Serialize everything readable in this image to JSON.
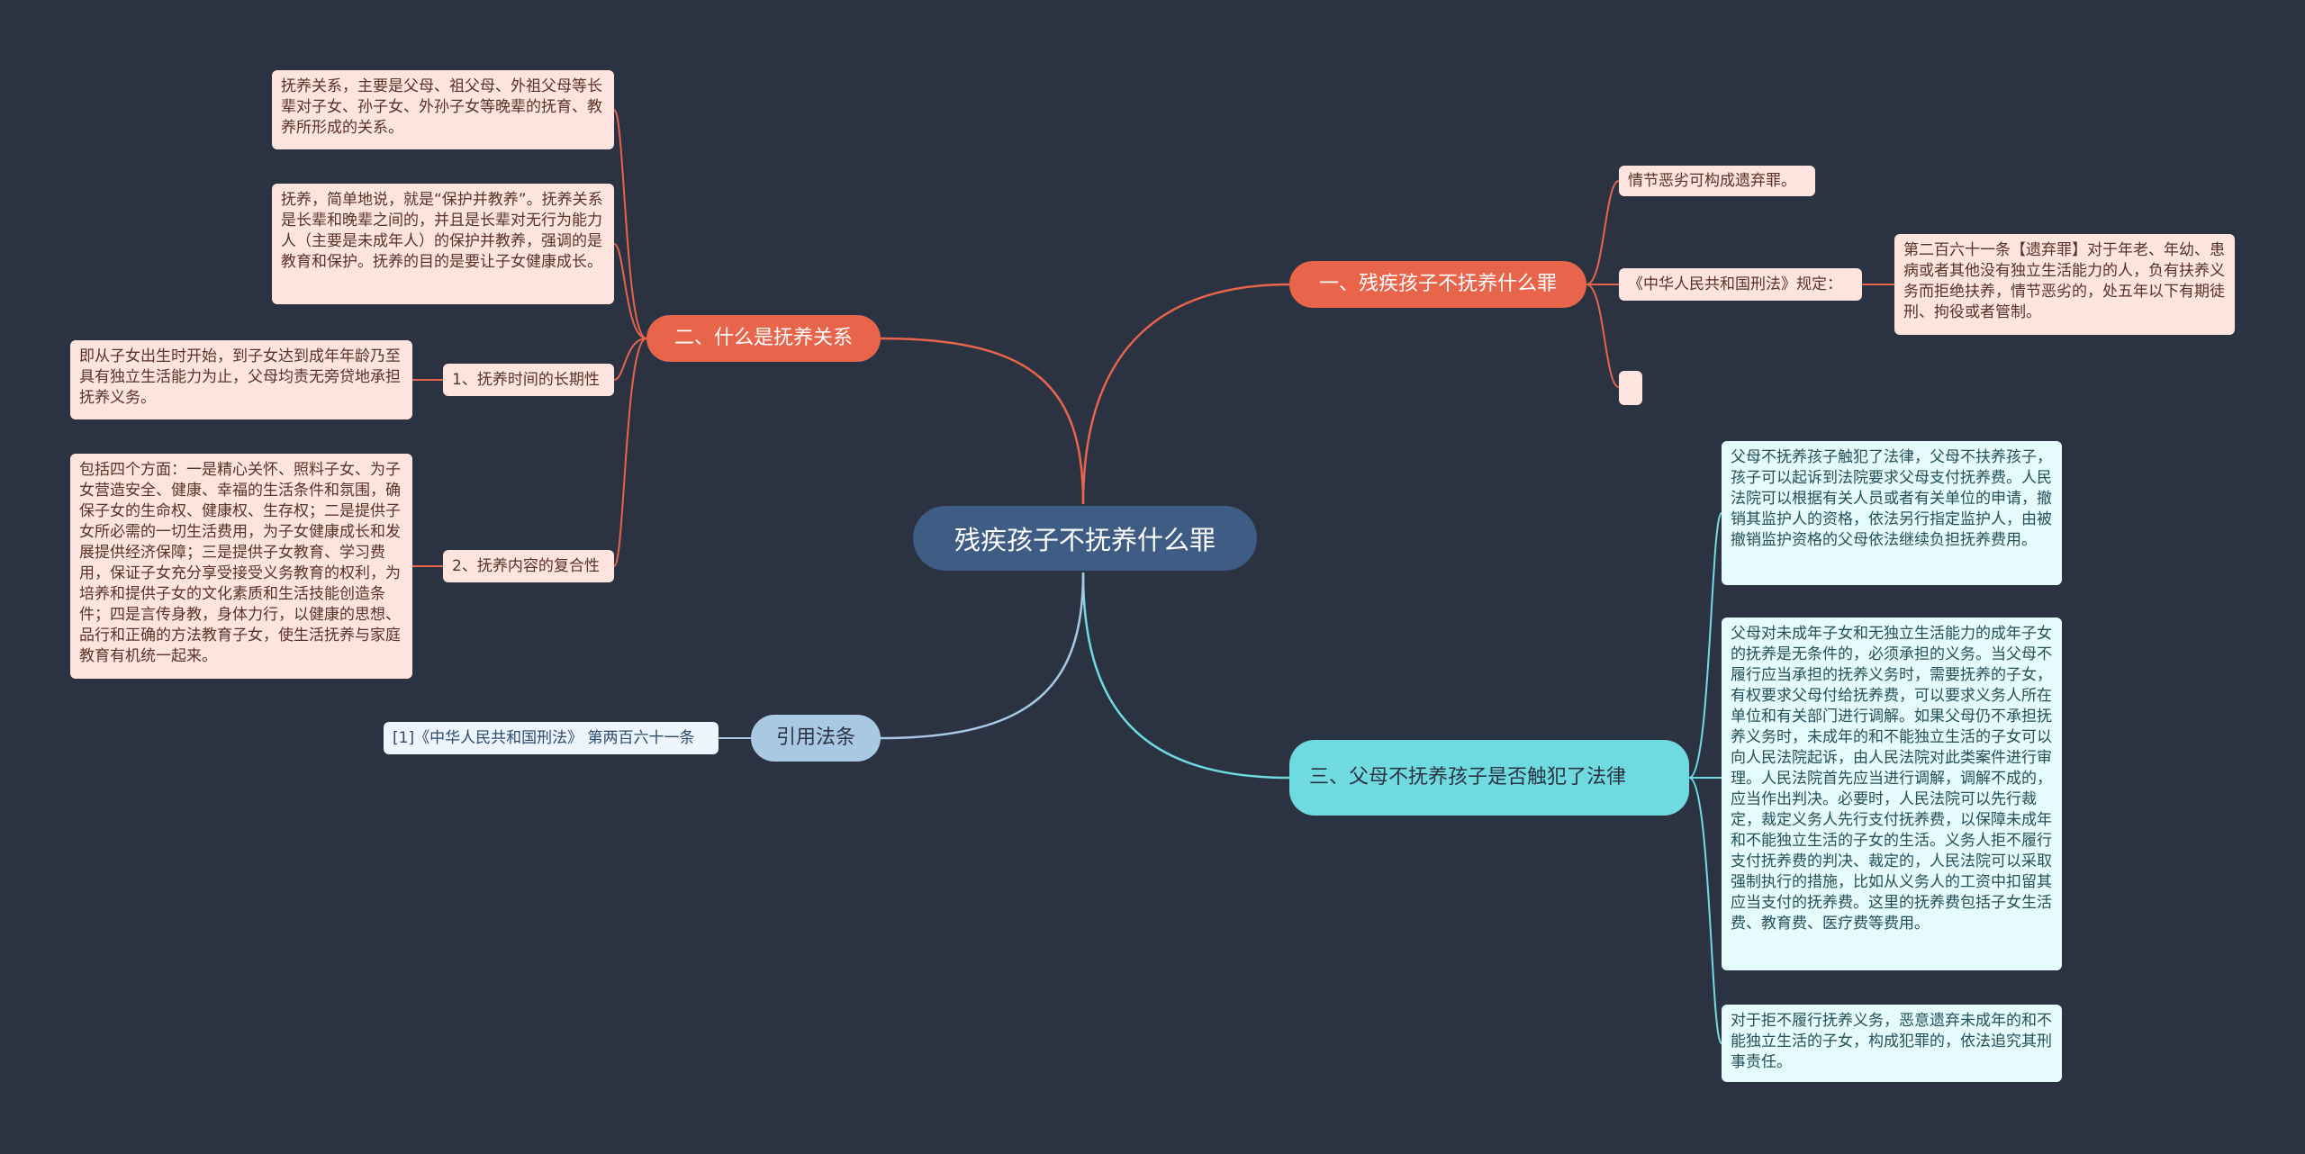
{
  "root": {
    "label": "残疾孩子不抚养什么罪"
  },
  "branch1": {
    "label": "一、残疾孩子不抚养什么罪",
    "leaf1": "情节恶劣可构成遗弃罪。",
    "sub1": "《中华人民共和国刑法》规定：",
    "sub1_leaf": "第二百六十一条【遗弃罪】对于年老、年幼、患病或者其他没有独立生活能力的人，负有扶养义务而拒绝扶养，情节恶劣的，处五年以下有期徒刑、拘役或者管制。"
  },
  "branch2": {
    "label": "二、什么是抚养关系",
    "leaf1": "抚养关系，主要是父母、祖父母、外祖父母等长辈对子女、孙子女、外孙子女等晚辈的抚育、教养所形成的关系。",
    "leaf2": "抚养，简单地说，就是“保护并教养”。抚养关系是长辈和晚辈之间的，并且是长辈对无行为能力人（主要是未成年人）的保护并教养，强调的是教育和保护。抚养的目的是要让子女健康成长。",
    "sub1": "1、抚养时间的长期性",
    "sub1_leaf": "即从子女出生时开始，到子女达到成年年龄乃至具有独立生活能力为止，父母均责无旁贷地承担抚养义务。",
    "sub2": "2、抚养内容的复合性",
    "sub2_leaf": "包括四个方面：一是精心关怀、照料子女、为子女营造安全、健康、幸福的生活条件和氛围，确保子女的生命权、健康权、生存权；二是提供子女所必需的一切生活费用，为子女健康成长和发展提供经济保障；三是提供子女教育、学习费用，保证子女充分享受接受义务教育的权利，为培养和提供子女的文化素质和生活技能创造条件；四是言传身教，身体力行，以健康的思想、品行和正确的方法教育子女，使生活抚养与家庭教育有机统一起来。"
  },
  "branch3": {
    "label": "三、父母不抚养孩子是否触犯了法律",
    "leaf1": "父母不抚养孩子触犯了法律，父母不扶养孩子，孩子可以起诉到法院要求父母支付抚养费。人民法院可以根据有关人员或者有关单位的申请，撤销其监护人的资格，依法另行指定监护人，由被撤销监护资格的父母依法继续负担抚养费用。",
    "leaf2": "父母对未成年子女和无独立生活能力的成年子女的抚养是无条件的，必须承担的义务。当父母不履行应当承担的抚养义务时，需要抚养的子女，有权要求父母付给抚养费，可以要求义务人所在单位和有关部门进行调解。如果父母仍不承担抚养义务时，未成年的和不能独立生活的子女可以向人民法院起诉，由人民法院对此类案件进行审理。人民法院首先应当进行调解，调解不成的，应当作出判决。必要时，人民法院可以先行裁定，裁定义务人先行支付抚养费，以保障未成年和不能独立生活的子女的生活。义务人拒不履行支付抚养费的判决、裁定的，人民法院可以采取强制执行的措施，比如从义务人的工资中扣留其应当支付的抚养费。这里的抚养费包括子女生活费、教育费、医疗费等费用。",
    "leaf3": "对于拒不履行抚养义务，恶意遗弃未成年的和不能独立生活的子女，构成犯罪的，依法追究其刑事责任。"
  },
  "branch4": {
    "label": "引用法条",
    "leaf1": "[1]《中华人民共和国刑法》 第两百六十一条"
  },
  "colors": {
    "background": "#2b3342",
    "root": "#3e5c84",
    "red_branch": "#e8644a",
    "cyan_branch": "#6fdbe1",
    "blue_branch": "#a9c8e4",
    "pink_leaf": "#fde4de",
    "cyan_leaf": "#e6fbfc",
    "blue_leaf": "#eef5fc"
  }
}
